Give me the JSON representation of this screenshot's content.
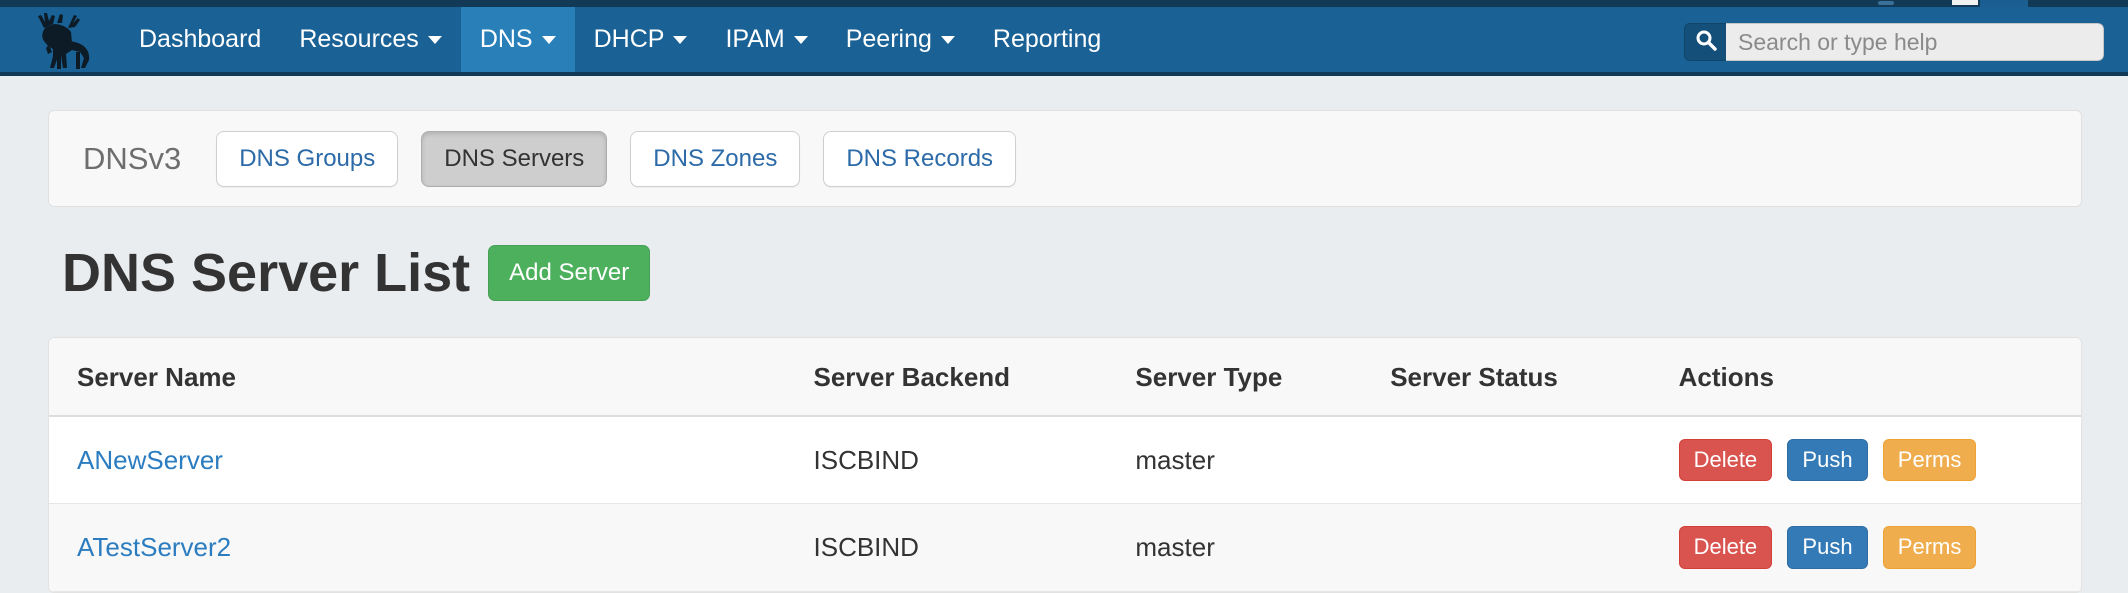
{
  "navbar": {
    "brand_icon": "moose-logo-icon",
    "bg_color": "#1a6195",
    "active_color": "#2980b9",
    "items": [
      {
        "label": "Dashboard",
        "has_caret": false,
        "active": false
      },
      {
        "label": "Resources",
        "has_caret": true,
        "active": false
      },
      {
        "label": "DNS",
        "has_caret": true,
        "active": true
      },
      {
        "label": "DHCP",
        "has_caret": true,
        "active": false
      },
      {
        "label": "IPAM",
        "has_caret": true,
        "active": false
      },
      {
        "label": "Peering",
        "has_caret": true,
        "active": false
      },
      {
        "label": "Reporting",
        "has_caret": false,
        "active": false
      }
    ]
  },
  "search": {
    "icon": "search-icon",
    "placeholder": "Search or type help",
    "value": ""
  },
  "tab_panel": {
    "label": "DNSv3",
    "tabs": [
      {
        "label": "DNS Groups",
        "active": false
      },
      {
        "label": "DNS Servers",
        "active": true
      },
      {
        "label": "DNS Zones",
        "active": false
      },
      {
        "label": "DNS Records",
        "active": false
      }
    ]
  },
  "page": {
    "title": "DNS Server List",
    "add_button": "Add Server",
    "add_button_color": "#4cb05c"
  },
  "table": {
    "columns": [
      "Server Name",
      "Server Backend",
      "Server Type",
      "Server Status",
      "Actions"
    ],
    "rows": [
      {
        "name": "ANewServer",
        "backend": "ISCBIND",
        "type": "master",
        "status": "",
        "actions": [
          "Delete",
          "Push",
          "Perms"
        ]
      },
      {
        "name": "ATestServer2",
        "backend": "ISCBIND",
        "type": "master",
        "status": "",
        "actions": [
          "Delete",
          "Push",
          "Perms"
        ]
      }
    ],
    "action_colors": {
      "delete": "#d9534f",
      "push": "#337ab7",
      "perms": "#efad4e"
    },
    "link_color": "#2c7cc0"
  }
}
